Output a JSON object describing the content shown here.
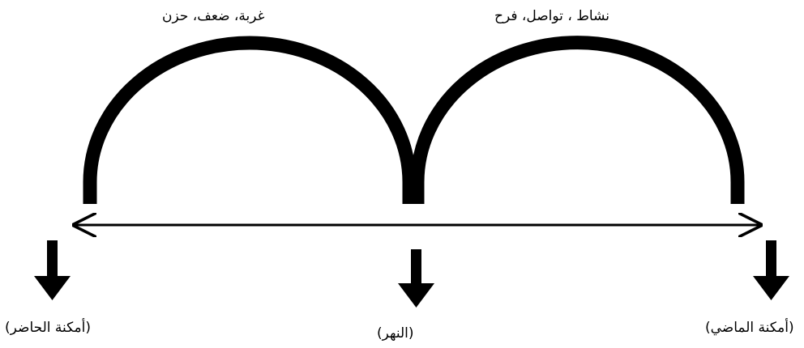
{
  "diagram": {
    "arcs": [
      {
        "id": "left-arc",
        "label": "غربة، ضعف، حزن"
      },
      {
        "id": "right-arc",
        "label": "نشاط ، تواصل، فرح"
      }
    ],
    "places": [
      {
        "id": "present",
        "label": "(أمكنة الحاضر)"
      },
      {
        "id": "river",
        "label": "(النهر)"
      },
      {
        "id": "past",
        "label": "(أمكنة الماضي)"
      }
    ],
    "colors": {
      "stroke": "#000000",
      "background": "#ffffff"
    }
  }
}
